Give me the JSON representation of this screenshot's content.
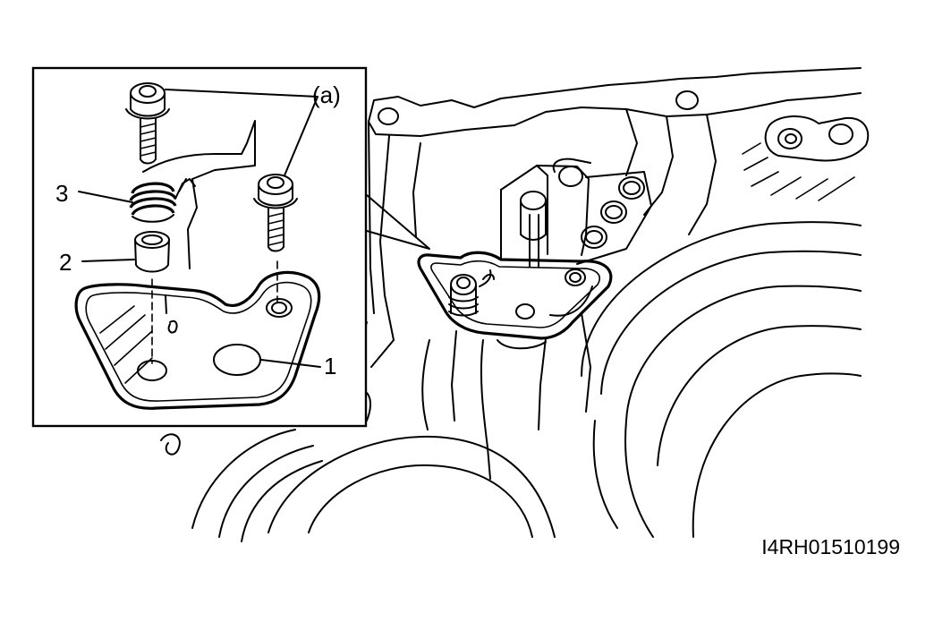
{
  "labels": {
    "callout_a": "(a)",
    "part_1": "1",
    "part_2": "2",
    "part_3": "3"
  },
  "figure_code": "I4RH01510199"
}
